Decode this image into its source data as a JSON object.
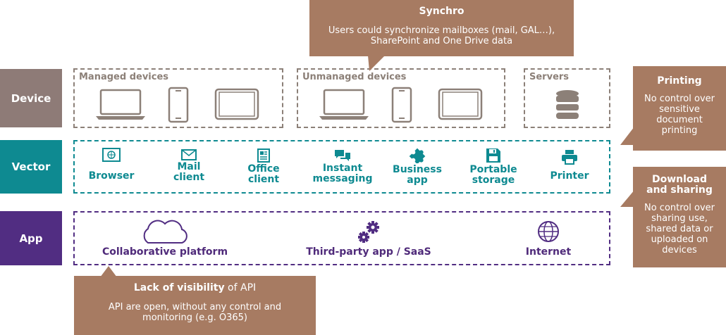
{
  "rows": {
    "device": "Device",
    "vector": "Vector",
    "app": "App"
  },
  "colors": {
    "device": "#8e7b77",
    "vector": "#0e8a91",
    "app": "#512d82",
    "callout": "#a77b62",
    "device_icon": "#8c8078"
  },
  "device_groups": {
    "managed": {
      "title": "Managed devices",
      "icons": [
        "laptop-icon",
        "phone-icon",
        "tablet-icon"
      ]
    },
    "unmanaged": {
      "title": "Unmanaged devices",
      "icons": [
        "laptop-icon",
        "phone-icon",
        "tablet-icon"
      ]
    },
    "servers": {
      "title": "Servers",
      "icons": [
        "database-icon"
      ]
    }
  },
  "vector_items": [
    {
      "label": "Browser",
      "icon": "browser-icon"
    },
    {
      "label": "Mail client",
      "line1": "Mail",
      "line2": "client",
      "icon": "mail-icon"
    },
    {
      "label": "Office client",
      "line1": "Office",
      "line2": "client",
      "icon": "document-icon"
    },
    {
      "label": "Instant messaging",
      "line1": "Instant",
      "line2": "messaging",
      "icon": "chat-icon"
    },
    {
      "label": "Business app",
      "line1": "Business",
      "line2": "app",
      "icon": "puzzle-icon"
    },
    {
      "label": "Portable storage",
      "line1": "Portable",
      "line2": "storage",
      "icon": "floppy-icon"
    },
    {
      "label": "Printer",
      "icon": "printer-icon"
    }
  ],
  "app_items": [
    {
      "label": "Collaborative platform",
      "icon": "cloud-icon"
    },
    {
      "label": "Third-party app / SaaS",
      "icon": "gears-icon"
    },
    {
      "label": "Internet",
      "icon": "globe-icon"
    }
  ],
  "callouts": {
    "synchro": {
      "title": "Synchro",
      "body1": "Users could synchronize mailboxes (mail, GAL…),",
      "body2": "SharePoint and One Drive data"
    },
    "printing": {
      "title": "Printing",
      "body1": "No control over",
      "body2": "sensitive",
      "body3": "document",
      "body4": "printing"
    },
    "download": {
      "title1": "Download",
      "title2": "and sharing",
      "body1": "No control over",
      "body2": "sharing use,",
      "body3": "shared data or",
      "body4": "uploaded on",
      "body5": "devices"
    },
    "api": {
      "title_bold": "Lack of visibility",
      "title_rest": " of API",
      "body1": "API are open, without any control and",
      "body2": "monitoring (e.g. O365)"
    }
  }
}
